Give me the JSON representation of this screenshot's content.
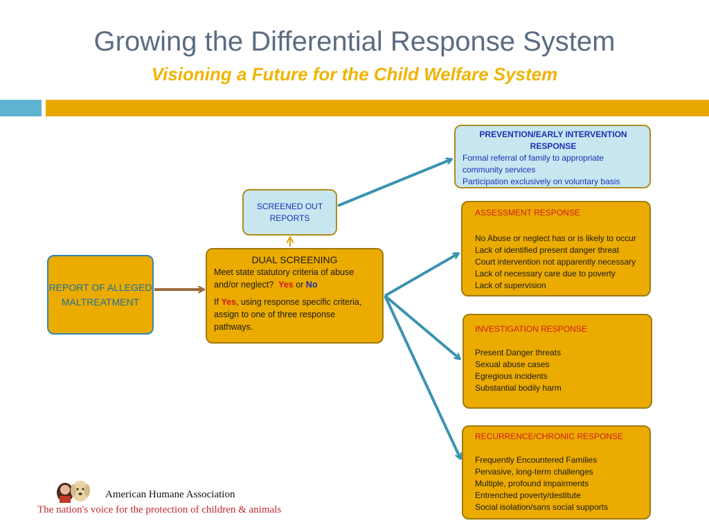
{
  "header": {
    "title": "Growing the Differential Response System",
    "subtitle": "Visioning a Future for the Child Welfare System"
  },
  "nodes": {
    "report": "REPORT OF ALLEGED MALTREATMENT",
    "screened_out": "SCREENED OUT REPORTS",
    "dual": {
      "heading": "DUAL SCREENING",
      "line1": "Meet state statutory criteria  of abuse and/or neglect?",
      "yes": "Yes",
      "or": "or",
      "no": "No",
      "if": "If",
      "line2": ",  using response specific criteria, assign  to one of three response pathways."
    },
    "prevention": {
      "heading": "PREVENTION/EARLY INTERVENTION RESPONSE",
      "items": [
        "Formal referral of family to appropriate community services",
        "Participation exclusively on voluntary basis"
      ]
    },
    "assessment": {
      "heading": "ASSESSMENT RESPONSE",
      "items": [
        "No Abuse or neglect has or is likely to occur",
        "Lack of identified present danger threat",
        "Court intervention not apparently necessary",
        "Lack of necessary care due to poverty",
        "Lack of supervision"
      ]
    },
    "investigation": {
      "heading": "INVESTIGATION RESPONSE",
      "items": [
        "Present Danger threats",
        "Sexual abuse cases",
        "Egregious incidents",
        "Substantial bodily harm"
      ]
    },
    "recurrence": {
      "heading": "RECURRENCE/CHRONIC RESPONSE",
      "items": [
        "Frequently Encountered Families",
        "Pervasive, long-term challenges",
        "Multiple, profound impairments",
        "Entrenched poverty/destitute",
        "Social isolation/sans social supports"
      ]
    }
  },
  "footer": {
    "organization": "American Humane Association",
    "tagline": "The nation's voice for the protection of children & animals"
  },
  "colors": {
    "title": "#5b6b82",
    "subtitle": "#f0b400",
    "accent_blue": "#5eb3d3",
    "accent_gold": "#e9a800",
    "arrow_teal": "#3a93b0",
    "arrow_brown": "#9c6a3c"
  }
}
